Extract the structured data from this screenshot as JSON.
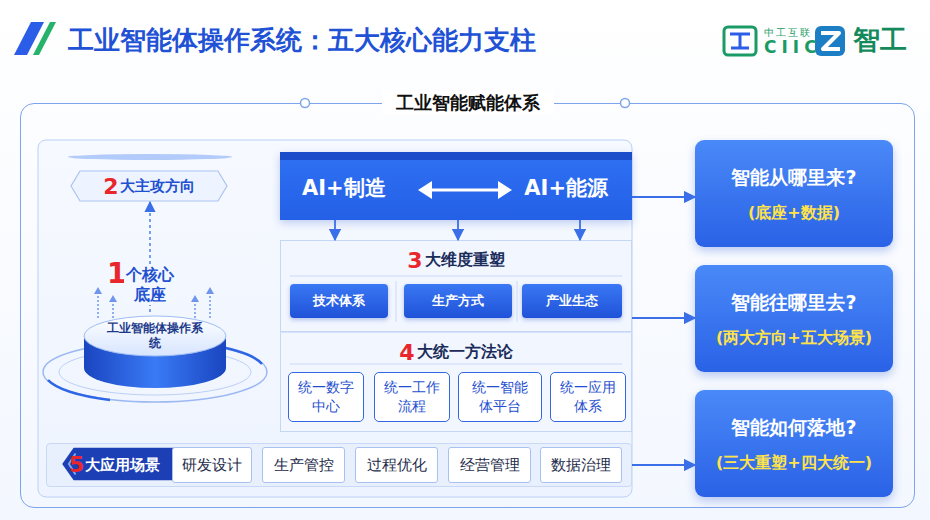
{
  "diagram": {
    "title": "工业智能体操作系统：五大核心能力支柱",
    "nodes": [
      {
        "text": [
          "工业智能赋能体系"
        ]
      },
      {
        "text": [
          "2",
          "大主攻方向"
        ],
        "in": 0
      },
      {
        "text": [
          "工业智能体操作系统"
        ],
        "in": 0
      },
      {
        "text": [
          "AI+制造",
          "AI+能源"
        ],
        "in": 0
      },
      {
        "text": [
          "3",
          "大维度重塑"
        ],
        "in": 0
      },
      {
        "text": [
          "技术体系"
        ],
        "in": 4
      },
      {
        "text": [
          "生产方式"
        ],
        "in": 4
      },
      {
        "text": [
          "产业生态"
        ],
        "in": 4
      },
      {
        "text": [
          "4",
          "大统一方法论"
        ],
        "in": 0
      },
      {
        "text": [
          "统一数字中心"
        ],
        "in": 8
      },
      {
        "text": [
          "统一工作流程"
        ],
        "in": 8
      },
      {
        "text": [
          "统一智能体平台"
        ],
        "in": 8
      },
      {
        "text": [
          "统一应用体系"
        ],
        "in": 8
      },
      {
        "text": [
          "5",
          "大应用场景"
        ],
        "in": 0
      },
      {
        "text": [
          "研发设计"
        ],
        "in": 13
      },
      {
        "text": [
          "生产管控"
        ],
        "in": 13
      },
      {
        "text": [
          "过程优化"
        ],
        "in": 13
      },
      {
        "text": [
          "经营管理"
        ],
        "in": 13
      },
      {
        "text": [
          "数据治理"
        ],
        "in": 13
      },
      {
        "text": [
          "智能从哪里来?",
          "(底座+数据)"
        ],
        "in": 0
      },
      {
        "text": [
          "智能往哪里去?",
          "(两大方向+五大场景)"
        ],
        "in": 0
      },
      {
        "text": [
          "智能如何落地?",
          "(三大重塑+四大统一)"
        ],
        "in": 0
      }
    ],
    "edges": [
      {
        "from": 2,
        "to": 1,
        "arrow": "to"
      },
      {
        "from": 3,
        "to": 4,
        "arrow": "to"
      },
      {
        "from": 3,
        "to": 4,
        "arrow": "to"
      },
      {
        "from": 3,
        "to": 4,
        "arrow": "to"
      },
      {
        "from": 3,
        "to": 19,
        "arrow": "to"
      },
      {
        "from": 4,
        "to": 20,
        "arrow": "to"
      },
      {
        "from": 13,
        "to": 21,
        "arrow": "to"
      }
    ],
    "labels": [
      "中工互联",
      "CIIC",
      "智工",
      "1",
      "个核心 底座"
    ]
  }
}
